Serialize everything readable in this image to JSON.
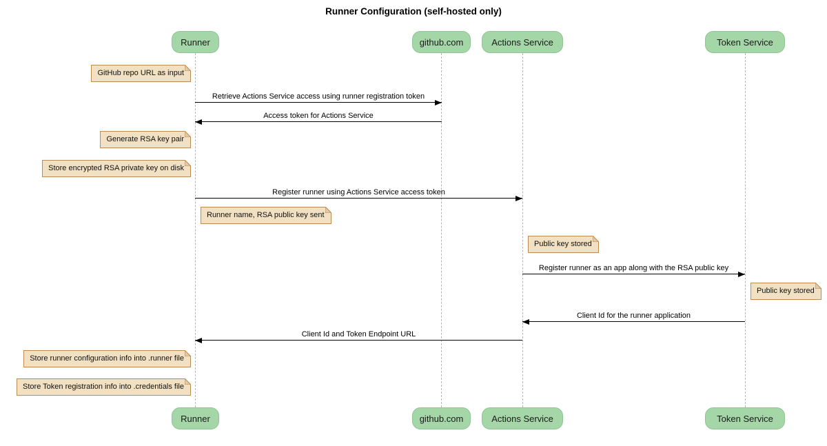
{
  "title": "Runner Configuration (self-hosted only)",
  "participants": [
    {
      "id": "runner",
      "label": "Runner"
    },
    {
      "id": "github",
      "label": "github.com"
    },
    {
      "id": "actions-service",
      "label": "Actions Service"
    },
    {
      "id": "token-service",
      "label": "Token Service"
    }
  ],
  "messages": [
    {
      "from": "Runner",
      "to": "github.com",
      "direction": "right",
      "label": "Retrieve Actions Service access using runner registration token"
    },
    {
      "from": "github.com",
      "to": "Runner",
      "direction": "left",
      "label": "Access token for Actions Service"
    },
    {
      "from": "Runner",
      "to": "Actions Service",
      "direction": "right",
      "label": "Register runner using Actions Service access token"
    },
    {
      "from": "Actions Service",
      "to": "Token Service",
      "direction": "right",
      "label": "Register runner as an app along with the RSA public key"
    },
    {
      "from": "Token Service",
      "to": "Actions Service",
      "direction": "left",
      "label": "Client Id for the runner application"
    },
    {
      "from": "Actions Service",
      "to": "Runner",
      "direction": "left",
      "label": "Client Id and Token Endpoint URL"
    }
  ],
  "notes": [
    {
      "anchor": "Runner",
      "side": "left",
      "label": "GitHub repo URL as input"
    },
    {
      "anchor": "Runner",
      "side": "left",
      "label": "Generate RSA key pair"
    },
    {
      "anchor": "Runner",
      "side": "left",
      "label": "Store encrypted RSA private key on disk"
    },
    {
      "anchor": "Runner",
      "side": "right",
      "label": "Runner name, RSA public key sent"
    },
    {
      "anchor": "Actions Service",
      "side": "right",
      "label": "Public key stored"
    },
    {
      "anchor": "Token Service",
      "side": "right",
      "label": "Public key stored"
    },
    {
      "anchor": "Runner",
      "side": "left",
      "label": "Store runner configuration info into .runner file"
    },
    {
      "anchor": "Runner",
      "side": "left",
      "label": "Store Token registration info into .credentials file"
    }
  ],
  "colors": {
    "participant_fill": "#A5D6A7",
    "participant_border": "#8FC493",
    "note_fill": "#F2E0C2",
    "note_border": "#B98B55",
    "note_fold": "#E2CBA4",
    "lifeline": "#B3B3B3",
    "arrow": "#000000"
  }
}
